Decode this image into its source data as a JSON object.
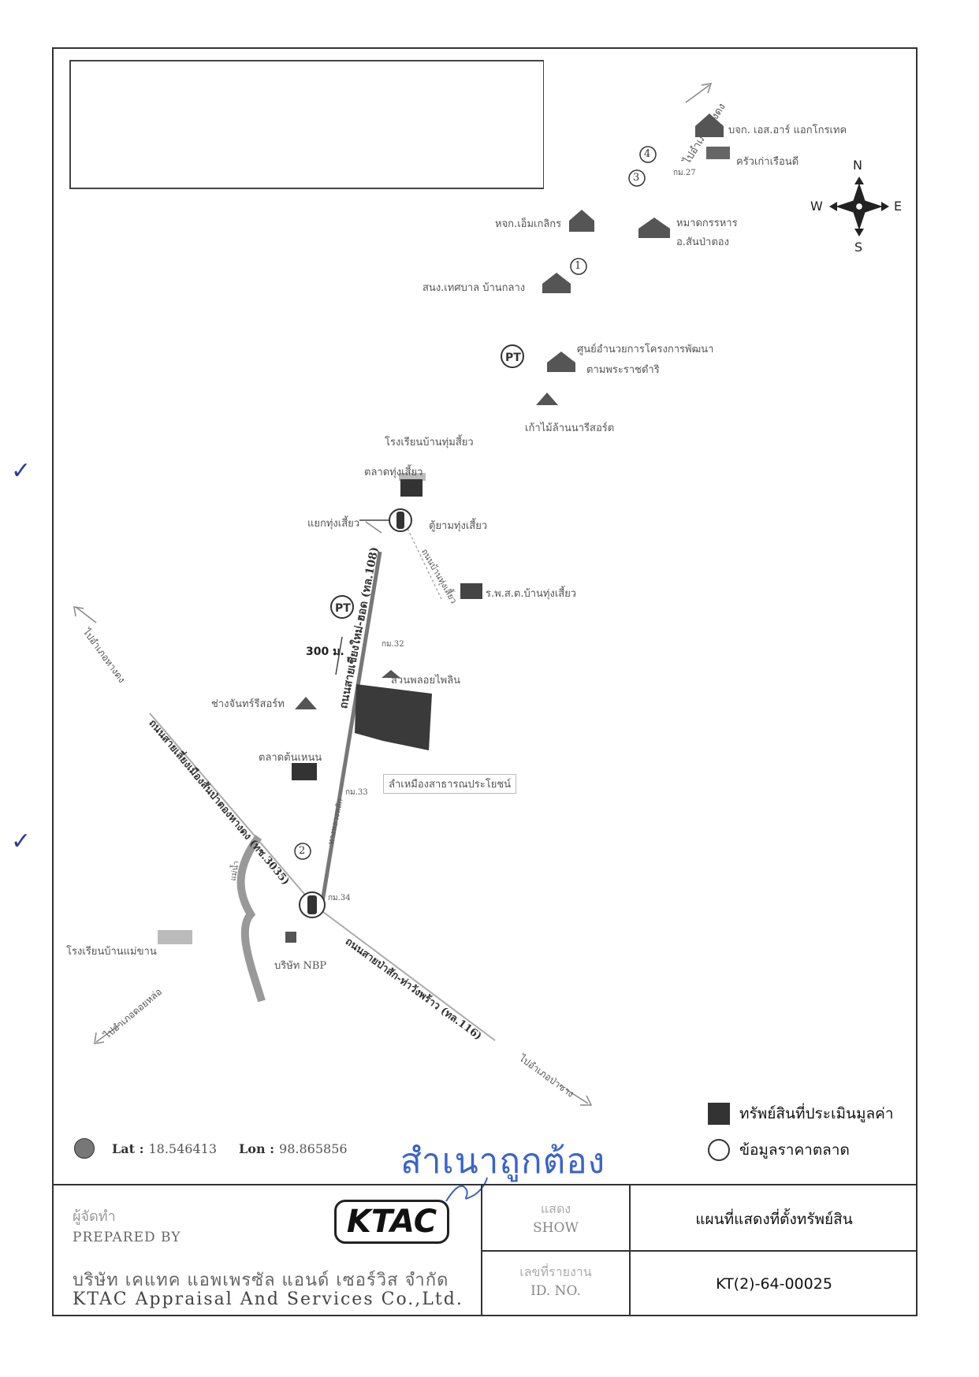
{
  "map": {
    "places": {
      "bsr": "บจก. เอส.อาร์ แอกโกรเทค",
      "restaurant": "ครัวเก่าเรือนดี",
      "km27": "กม.27",
      "warehouse": "หจก.เอ็มเกลิกร",
      "district_office": "หมาดกรรหาร",
      "district_office2": "อ.สันป่าตอง",
      "subdistrict": "สนง.เทศบาล บ้านกลาง",
      "center": "ศูนย์อำนวยการโครงการพัฒนา",
      "center2": "ตามพระราชดำริ",
      "resort1": "เก้าไม้ล้านนารีสอร์ต",
      "school1": "โรงเรียนบ้านทุ่มสี้ยว",
      "market1": "ตลาดทุ่งเสี้ยว",
      "junction": "แยกทุ่งเสี้ยว",
      "police": "ตู้ยามทุ่งเสี้ยว",
      "road_side": "ถนนบ้านทุ่งเสี้ยว",
      "hospital": "ร.พ.ส.ต.บ้านทุ่งเสี้ยว",
      "km32": "กม.32",
      "distance": "300 ม.",
      "main_road": "ถนนสายเชียงใหม่-ฮอด (ทล.108)",
      "golf": "สวนพลอยไพลิน",
      "resort2": "ช่างจันทร์รีสอร์ท",
      "market2": "ตลาดต้นเหนน",
      "public_road": "ลำเหมืองสาธารณประโยชน์",
      "km33": "กม.33",
      "road_km": "ทางหลวงหลัก",
      "toward_hangdong": "ไปอำเภอหางดง",
      "road_3035": "ถนนสายเลี่ยงเมืองสันป่าตองหางดง (ทช.3035)",
      "river": "แม่น้ำ",
      "km34": "กม.34",
      "school2": "โรงเรียนบ้านแม่ขาน",
      "company": "บริษัท NBP",
      "road_116": "ถนนสายป่าสัก-ท่าวังพร้าว (ทล.116)",
      "toward_doilo": "ไปอำเภอดอยหล่อ",
      "toward_pasang": "ไปอำเภอป่าซาง",
      "markers": [
        "1",
        "2",
        "3",
        "4"
      ]
    },
    "compass": {
      "n": "N",
      "s": "S",
      "e": "E",
      "w": "W"
    }
  },
  "legend": {
    "asset": "ทรัพย์สินที่ประเมินมูลค่า",
    "market": "ข้อมูลราคาตลาด"
  },
  "coords": {
    "lat_label": "Lat :",
    "lat": "18.546413",
    "lon_label": "Lon :",
    "lon": "98.865856"
  },
  "stamp": "สำเนาถูกต้อง",
  "footer": {
    "prepared_th": "ผู้จัดทำ",
    "prepared_en": "PREPARED BY",
    "company_th": "บริษัท เคแทค แอพเพรซัล แอนด์ เซอร์วิส จำกัด",
    "company_en": "KTAC Appraisal And Services Co.,Ltd.",
    "logo": "KTAC",
    "show_th": "แสดง",
    "show_en": "SHOW",
    "title": "แผนที่แสดงที่ตั้งทรัพย์สิน",
    "id_th": "เลขที่รายงาน",
    "id_en": "ID. NO.",
    "id_value": "KT(2)-64-00025"
  }
}
